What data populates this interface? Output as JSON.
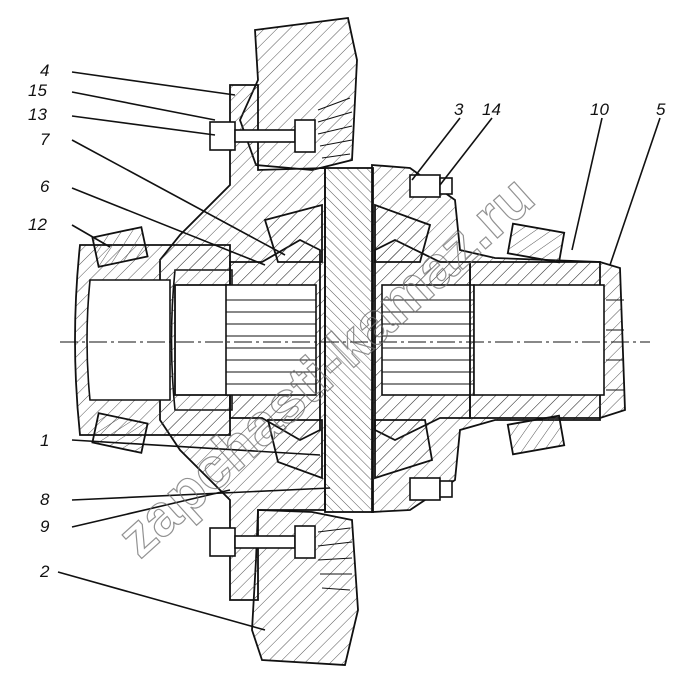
{
  "diagram": {
    "callouts": {
      "c4": "4",
      "c15": "15",
      "c13": "13",
      "c7": "7",
      "c6": "6",
      "c12": "12",
      "c3": "3",
      "c14": "14",
      "c10": "10",
      "c5": "5",
      "c1": "1",
      "c8": "8",
      "c9": "9",
      "c2": "2"
    },
    "watermark": "zapchasti-kamaz.ru"
  }
}
